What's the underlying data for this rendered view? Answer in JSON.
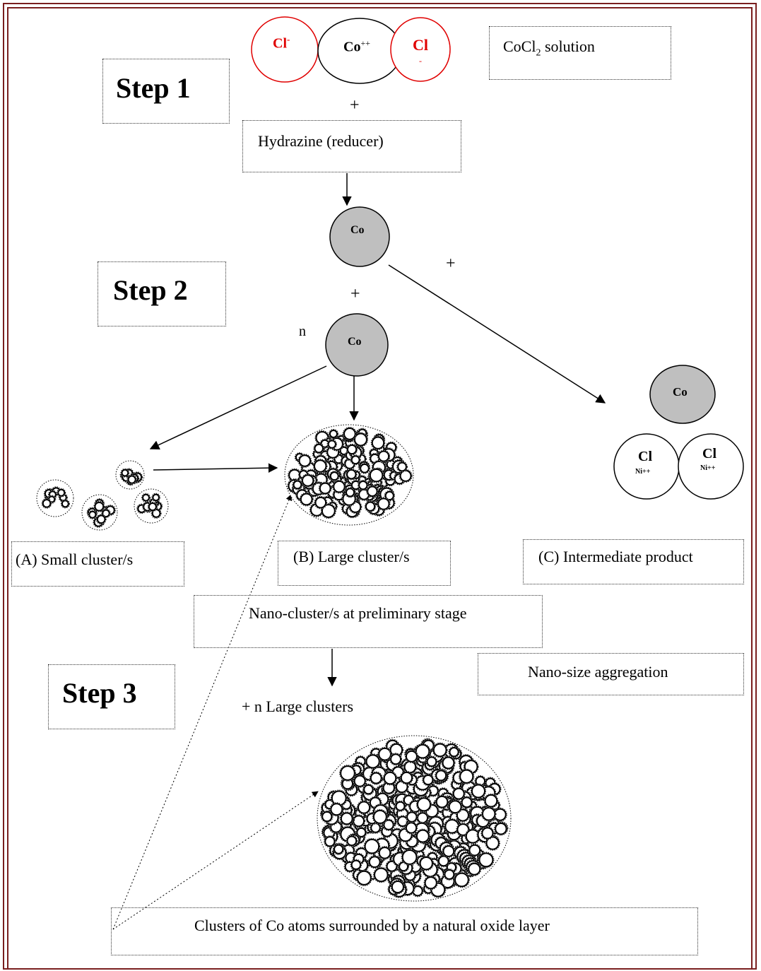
{
  "step1": {
    "label": "Step 1"
  },
  "step2": {
    "label": "Step 2"
  },
  "step3": {
    "label": "Step 3"
  },
  "ions": {
    "cl_left": "Cl",
    "cl_left_sup": "-",
    "co": "Co",
    "co_sup": "++",
    "cl_right": "Cl",
    "cl_right_sub": "-"
  },
  "solution": {
    "text": "CoCl",
    "sub": "2",
    "rest": " solution"
  },
  "plus1": "+",
  "reducer": "Hydrazine (reducer)",
  "co_atom1": "Co",
  "plus2": "+",
  "plus3": "+",
  "n_label": "n",
  "co_atom2": "Co",
  "intermediate": {
    "co": "Co",
    "cl1": "Cl",
    "ni1": "Ni++",
    "cl2": "Cl",
    "ni2": "Ni++"
  },
  "label_a": "(A) Small cluster/s",
  "label_b": "(B) Large cluster/s",
  "label_c": "(C) Intermediate product",
  "preliminary": "Nano-cluster/s at preliminary stage",
  "aggregation": "Nano-size aggregation",
  "n_large": "+ n Large clusters",
  "oxide": "Clusters of Co atoms surrounded by a natural oxide layer",
  "colors": {
    "frame": "#7a1f1f",
    "ion_red": "#e00000",
    "atom_gray": "#bfbfbf"
  }
}
